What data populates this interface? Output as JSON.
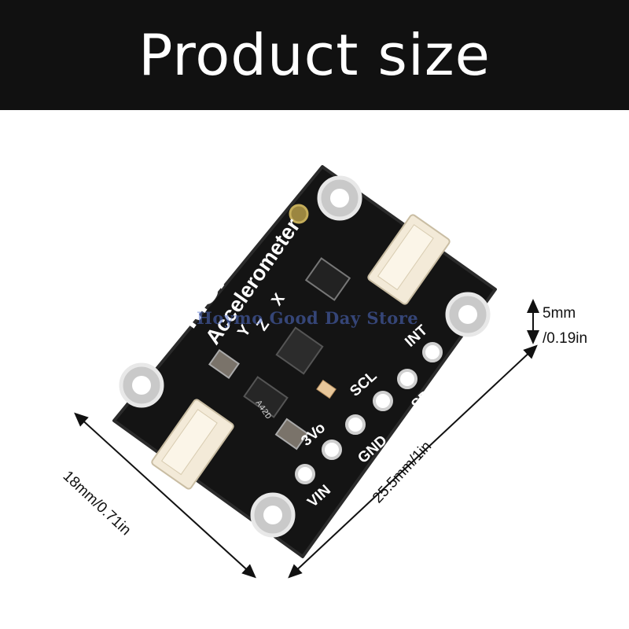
{
  "banner": {
    "title": "Product size"
  },
  "board": {
    "model": "MSA311",
    "subtitle": "Accelerometer",
    "axis_labels": [
      "Y",
      "Z",
      "X"
    ],
    "chip_code": "A42D",
    "pins_top": [
      "INT",
      "SDA",
      "SCL",
      "GND",
      "3Vo",
      "VIN"
    ],
    "pcb_color": "#141414",
    "connector_color": "#f3ead8"
  },
  "dimensions": {
    "width_label": "18mm/0.71in",
    "length_label": "25.5mm/1in",
    "thickness_label_a": "5mm",
    "thickness_label_b": "/0.19in"
  },
  "watermark": "Hoymo Good Day Store"
}
